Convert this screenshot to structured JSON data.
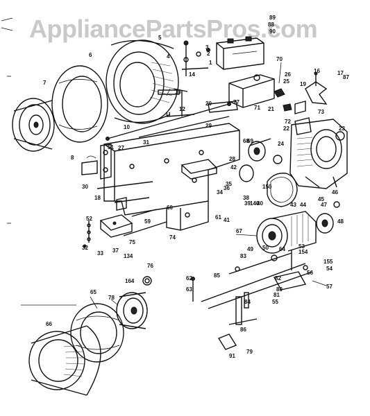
{
  "watermark": "AppliancePartsPros.com",
  "part_callouts": [
    "1",
    "2",
    "3",
    "4",
    "5",
    "6",
    "7",
    "8",
    "10",
    "11",
    "12",
    "13",
    "14",
    "16",
    "17",
    "18",
    "19",
    "20",
    "21",
    "22",
    "23",
    "24",
    "25",
    "26",
    "27",
    "28",
    "29",
    "30",
    "31",
    "32",
    "33",
    "34",
    "35",
    "36",
    "37",
    "38",
    "39",
    "40",
    "41",
    "42",
    "43",
    "44",
    "45",
    "46",
    "47",
    "48",
    "49",
    "50",
    "51",
    "52",
    "53",
    "54",
    "55",
    "56",
    "57",
    "59",
    "60",
    "61",
    "62",
    "63",
    "64",
    "65",
    "66",
    "67",
    "68",
    "69",
    "70",
    "71",
    "72",
    "73",
    "74",
    "75",
    "76",
    "77",
    "78",
    "79",
    "80",
    "81",
    "82",
    "83",
    "84",
    "85",
    "86",
    "87",
    "88",
    "89",
    "90",
    "91",
    "134",
    "140",
    "150",
    "154",
    "155",
    "164"
  ]
}
